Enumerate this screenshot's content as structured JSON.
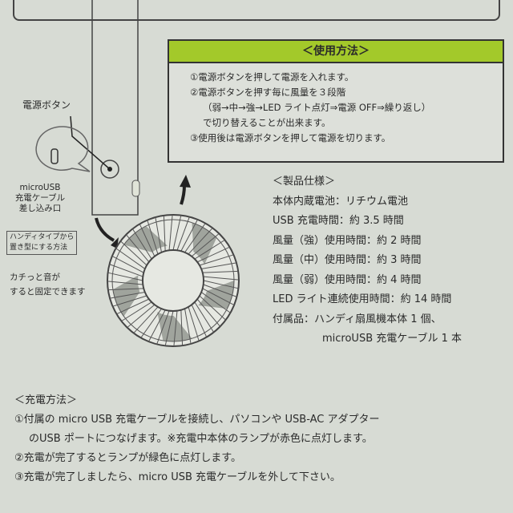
{
  "usage": {
    "title": "＜使用方法＞",
    "lines": [
      "①電源ボタンを押して電源を入れます。",
      "②電源ボタンを押す毎に風量を３段階",
      "（弱→中→強→LED ライト点灯⇒電源 OFF⇒繰り返し）",
      "で切り替えることが出来ます。",
      "③使用後は電源ボタンを押して電源を切ります。"
    ]
  },
  "diagram": {
    "power_button_label": "電源ボタン",
    "usb_port_label": [
      "microUSB",
      "充電ケーブル",
      "差し込み口"
    ],
    "handy_box": [
      "ハンディタイプから",
      "置き型にする方法"
    ],
    "click_note": [
      "カチっと音が",
      "すると固定できます"
    ]
  },
  "spec": {
    "title": "＜製品仕様＞",
    "lines": [
      "本体内蔵電池：リチウム電池",
      "USB 充電時間：約 3.5 時間",
      "風量（強）使用時間：約 2 時間",
      "風量（中）使用時間：約 3 時間",
      "風量（弱）使用時間：約 4 時間",
      "LED ライト連続使用時間：約 14 時間",
      "付属品：ハンディ扇風機本体 1 個、",
      "microUSB 充電ケーブル 1 本"
    ]
  },
  "charge": {
    "title": "＜充電方法＞",
    "lines": [
      "①付属の micro USB 充電ケーブルを接続し、パソコンや USB-AC アダプター",
      "のUSB ポートにつなげます。※充電中本体のランプが赤色に点灯します。",
      "②充電が完了するとランプが緑色に点灯します。",
      "③充電が完了しましたら、micro USB 充電ケーブルを外して下さい。"
    ]
  },
  "colors": {
    "background": "#d7dbd4",
    "accent_green": "#a3c92a",
    "ink": "#2a2a2a"
  }
}
